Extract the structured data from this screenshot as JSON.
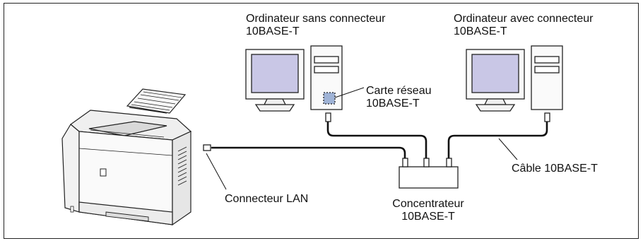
{
  "labels": {
    "pc_without_line1": "Ordinateur sans connecteur",
    "pc_without_line2": "10BASE-T",
    "pc_with_line1": "Ordinateur avec connecteur",
    "pc_with_line2": "10BASE-T",
    "network_card_line1": "Carte réseau",
    "network_card_line2": "10BASE-T",
    "cable": "Câble 10BASE-T",
    "lan_connector": "Connecteur LAN",
    "hub_line1": "Concentrateur",
    "hub_line2": "10BASE-T"
  },
  "colors": {
    "screen": "#c9c7e6",
    "card": "#9fb3d6",
    "line": "#111111",
    "printer_body": "#f4f4f4"
  }
}
